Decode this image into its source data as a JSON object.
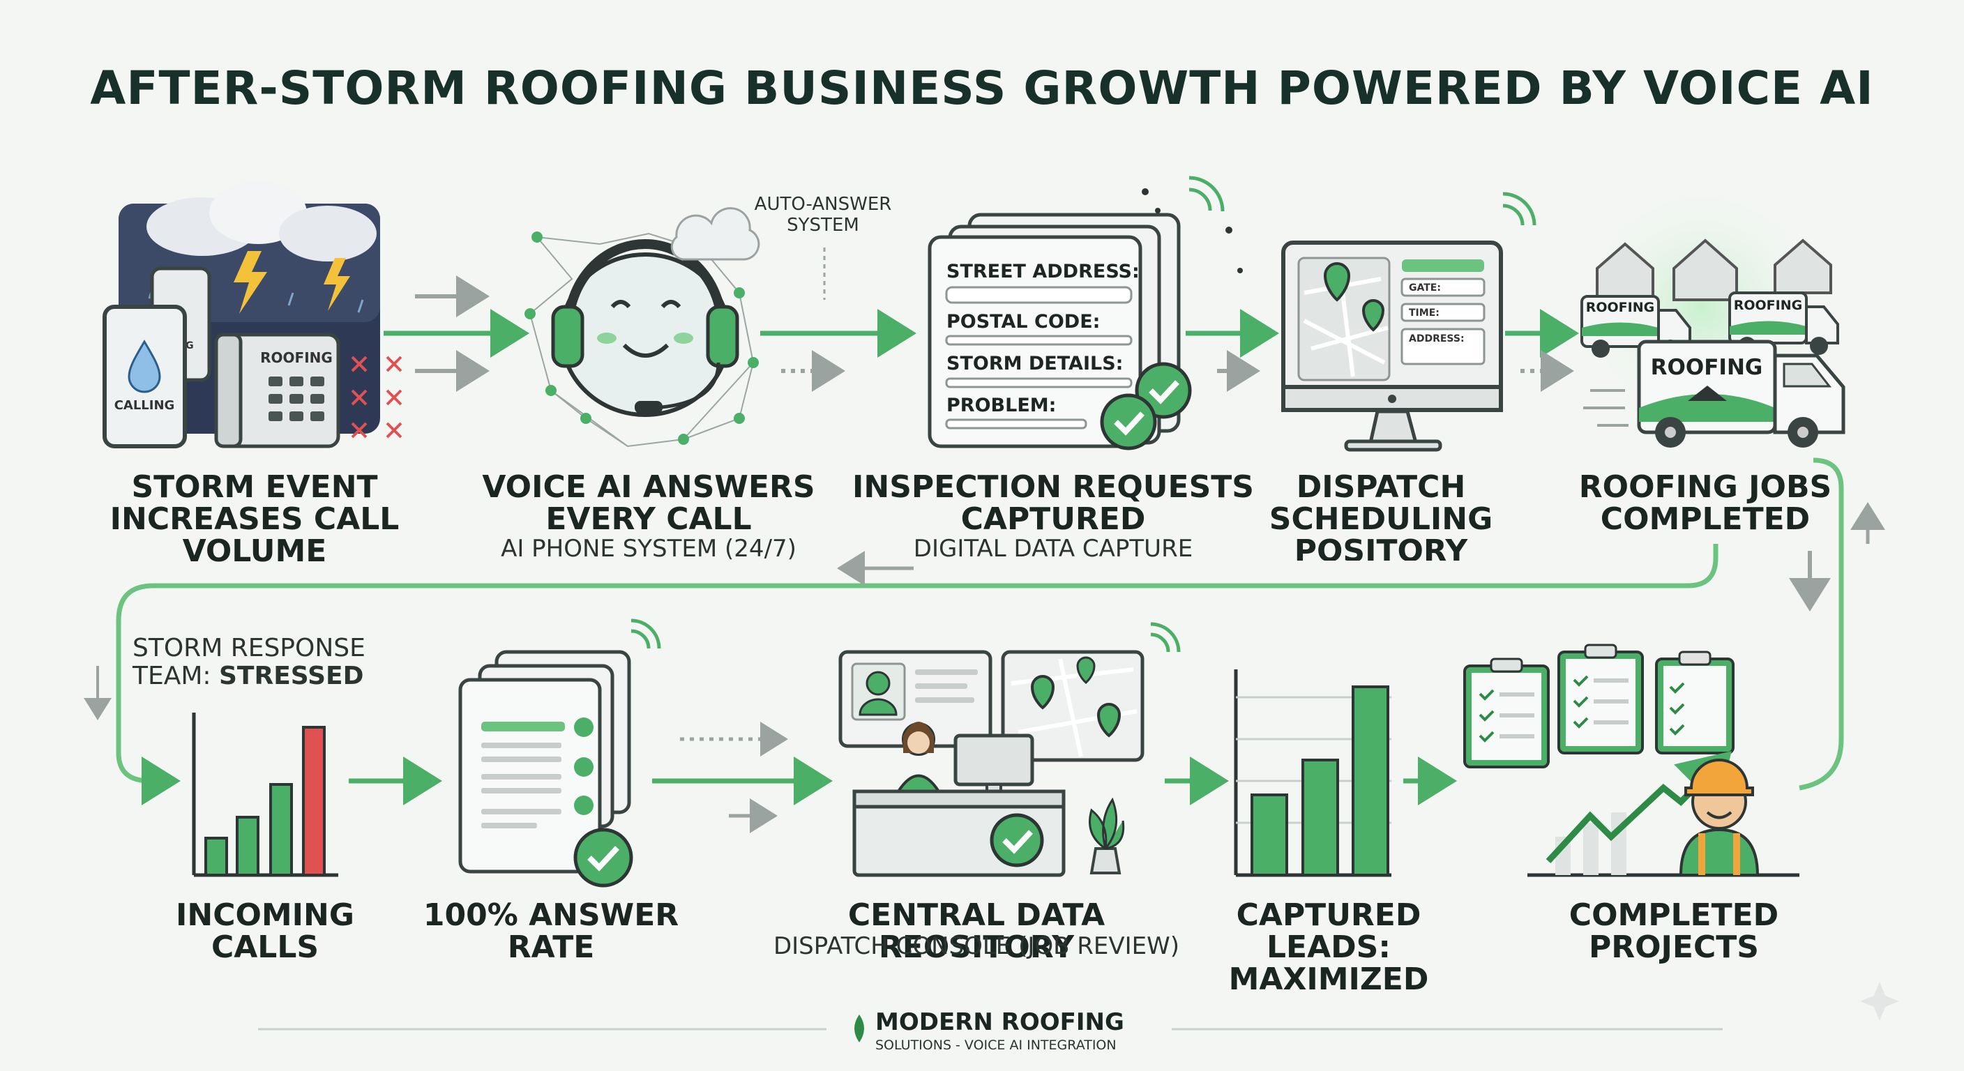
{
  "title": "AFTER-STORM ROOFING BUSINESS GROWTH POWERED BY VOICE AI",
  "auto_answer": "AUTO-ANSWER\nSYSTEM",
  "top_steps": [
    {
      "label": "STORM EVENT\nINCREASES CALL\nVOLUME",
      "sub": ""
    },
    {
      "label": "VOICE AI ANSWERS\nEVERY CALL",
      "sub": "AI PHONE SYSTEM (24/7)"
    },
    {
      "label": "INSPECTION REQUESTS\nCAPTURED",
      "sub": "DIGITAL DATA CAPTURE"
    },
    {
      "label": "DISPATCH\nSCHEDULING\nPOSITORY",
      "sub": ""
    },
    {
      "label": "ROOFING JOBS\nCOMPLETED",
      "sub": ""
    }
  ],
  "bottom_steps": [
    {
      "label": "INCOMING\nCALLS",
      "sub": ""
    },
    {
      "label": "100% ANSWER\nRATE",
      "sub": ""
    },
    {
      "label": "CENTRAL DATA REOSITORY",
      "sub": "DISPATCH CONSOLE (JOB REVIEW)"
    },
    {
      "label": "CAPTURED LEADS:\nMAXIMIZED",
      "sub": ""
    },
    {
      "label": "COMPLETED\nPROJECTS",
      "sub": ""
    }
  ],
  "storm_team": {
    "prefix": "STORM RESPONSE\nTEAM: ",
    "status": "STRESSED"
  },
  "phone": {
    "calling": "CALLING",
    "partial": "LING",
    "desk_label": "ROOFING"
  },
  "form_fields": [
    "STREET ADDRESS:",
    "POSTAL CODE:",
    "STORM DETAILS:",
    "PROBLEM:"
  ],
  "dispatch_fields": [
    "GATE:",
    "TIME:",
    "ADDRESS:"
  ],
  "van_label": "ROOFING",
  "footer": {
    "brand": "MODERN ROOFING",
    "tagline": "SOLUTIONS - VOICE AI INTEGRATION"
  },
  "colors": {
    "accent": "#4caf67",
    "dark_green": "#2e8b46",
    "alert_red": "#e05252",
    "text": "#1b2622"
  }
}
